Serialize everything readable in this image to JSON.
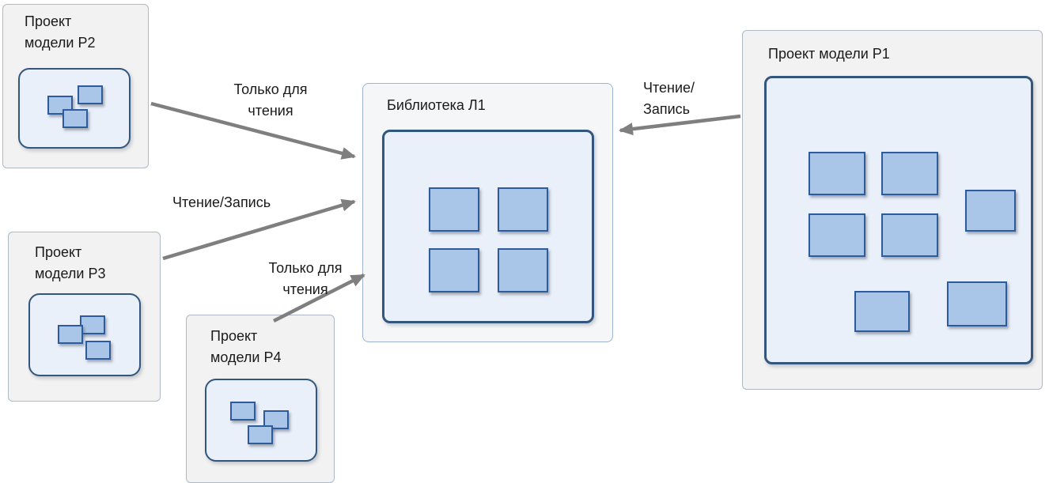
{
  "nodes": {
    "p2": {
      "name": "Проект модели P2",
      "title_lines": [
        "Проект",
        "модели P2"
      ],
      "blocks": 3
    },
    "p3": {
      "name": "Проект модели P3",
      "title_lines": [
        "Проект",
        "модели P3"
      ],
      "blocks": 3
    },
    "p4": {
      "name": "Проект модели P4",
      "title_lines": [
        "Проект",
        "модели P4"
      ],
      "blocks": 3
    },
    "library": {
      "name": "Библиотека Л1",
      "title_lines": [
        "Библиотека Л1"
      ],
      "blocks": 4
    },
    "p1": {
      "name": "Проект модели P1",
      "title_lines": [
        "Проект модели P1"
      ],
      "blocks": 7
    }
  },
  "edges": [
    {
      "from": "Проект модели P2",
      "to": "Библиотека Л1",
      "access": "Только для чтения",
      "label_lines": [
        "Только для",
        "чтения"
      ]
    },
    {
      "from": "Проект модели P3",
      "to": "Библиотека Л1",
      "access": "Чтение/Запись",
      "label_lines": [
        "Чтение/Запись"
      ]
    },
    {
      "from": "Проект модели P4",
      "to": "Библиотека Л1",
      "access": "Только для чтения",
      "label_lines": [
        "Только для",
        "чтения"
      ]
    },
    {
      "from": "Проект модели P1",
      "to": "Библиотека Л1",
      "access": "Чтение/Запись",
      "label_lines": [
        "Чтение/",
        "Запись"
      ]
    }
  ],
  "colors": {
    "block_fill": "#a9c6e8",
    "block_border": "#2e5b9b",
    "inner_fill": "#eaf0fa",
    "inner_border": "#32567e",
    "outer_fill": "#f2f2f2",
    "arrow": "#7f7f7f"
  }
}
